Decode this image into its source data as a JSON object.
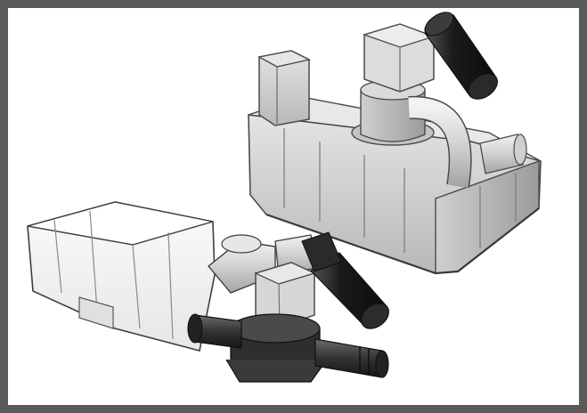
{
  "figure": {
    "kind": "product-illustration",
    "subjects": [
      "pump-unit-grey-housing",
      "pump-unit-white-tank"
    ],
    "colors": {
      "frame": "#5a5a5a",
      "background": "#ffffff",
      "housing_grey": "#d2d2d2",
      "housing_shadow": "#a8a8a8",
      "tank_white": "#f4f4f4",
      "motor_black": "#1e1e1e",
      "pipe_dark": "#3a3a3a"
    }
  }
}
